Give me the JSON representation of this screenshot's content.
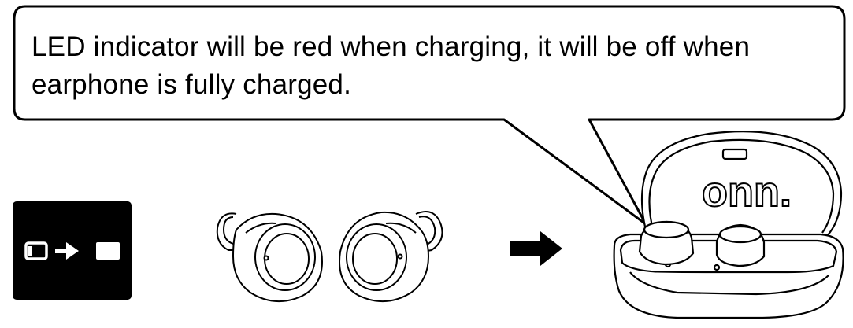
{
  "callout": {
    "line1": "LED indicator will be red when charging, it will be off when",
    "line2": "earphone is fully charged."
  },
  "case": {
    "logo": "onn."
  },
  "icons": {
    "battery_indicator": "battery-low-to-full-icon",
    "earbuds": "earbuds-illustration",
    "arrow": "right-arrow-icon",
    "case": "charging-case-illustration"
  },
  "colors": {
    "ink": "#000000",
    "badge_bg": "#000000",
    "badge_fg": "#ffffff",
    "background": "#ffffff"
  }
}
